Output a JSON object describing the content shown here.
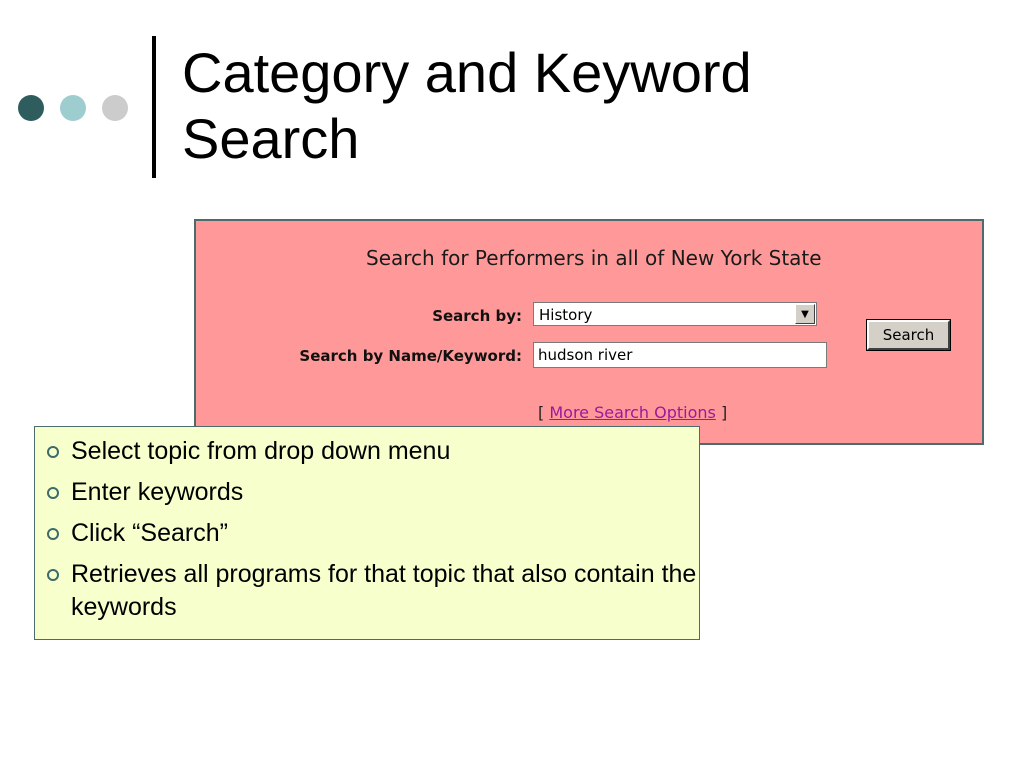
{
  "slide": {
    "title_line1": "Category and Keyword",
    "title_line2": "Search",
    "dots": [
      "#2f5d5d",
      "#9ecdd0",
      "#cccccc"
    ]
  },
  "search_panel": {
    "bg_color": "#ff9999",
    "heading": "Search for Performers in all of New York State",
    "search_by_label": "Search by:",
    "search_by_value": "History",
    "keyword_label": "Search by Name/Keyword:",
    "keyword_value": "hudson river",
    "search_button": "Search",
    "more_open": "[",
    "more_link": "More Search Options",
    "more_close": "]"
  },
  "notes": {
    "bg_color": "#f7ffcc",
    "items": [
      "Select topic from drop down menu",
      "Enter keywords",
      "Click “Search”",
      "Retrieves all programs for that topic that also contain the keywords"
    ]
  }
}
